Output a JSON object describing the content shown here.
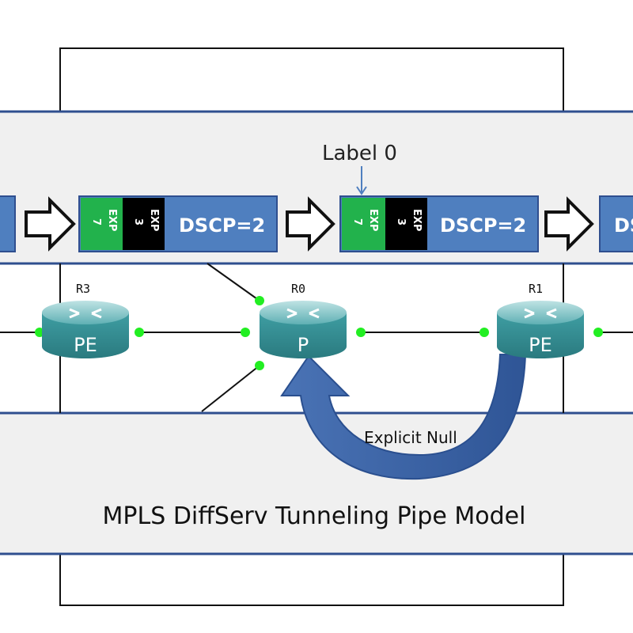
{
  "callout": {
    "label": "Label 0"
  },
  "packets": [
    {
      "dscp": "DSCP=2",
      "labels": [
        {
          "name": "EXP",
          "value": "7",
          "color": "#22b24c"
        },
        {
          "name": "EXP",
          "value": "3",
          "color": "#000000"
        }
      ]
    },
    {
      "dscp": "DSCP=2",
      "labels": [
        {
          "name": "EXP",
          "value": "7",
          "color": "#22b24c"
        },
        {
          "name": "EXP",
          "value": "3",
          "color": "#000000"
        }
      ]
    }
  ],
  "routers": [
    {
      "name": "R3",
      "role": "PE"
    },
    {
      "name": "R0",
      "role": "P"
    },
    {
      "name": "R1",
      "role": "PE"
    }
  ],
  "arrow_label": "Explicit Null",
  "caption": "MPLS DiffServ Tunneling Pipe Model",
  "edge_packet_text": "DS",
  "colors": {
    "packet_blue": "#4f7fbf",
    "router_teal": "#3f9ea3",
    "link_dot": "#22ee22",
    "band_gray": "#f0f0f0",
    "band_border": "#2f4f8f"
  }
}
